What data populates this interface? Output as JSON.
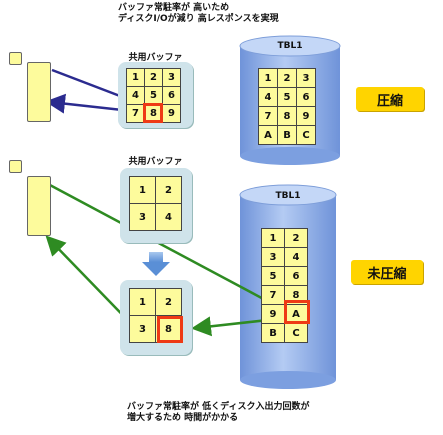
{
  "notes": {
    "top_line1": "バッファ常駐率が 高いため",
    "top_line2": "ディスクI/Oが減り 高レスポンスを実現",
    "bottom_line1": "バッファ常駐率が 低くディスク入出力回数が",
    "bottom_line2": "増大するため 時間がかかる"
  },
  "compressed": {
    "buffer_title": "共用バッファ",
    "buffer_cells": [
      "1",
      "2",
      "3",
      "4",
      "5",
      "6",
      "7",
      "8",
      "9"
    ],
    "highlight": "8",
    "table_label": "TBL1",
    "table_cells": [
      "1",
      "2",
      "3",
      "4",
      "5",
      "6",
      "7",
      "8",
      "9",
      "A",
      "B",
      "C"
    ],
    "badge": "圧縮"
  },
  "uncompressed": {
    "buffer_title": "共用バッファ",
    "buffer_before_cells": [
      "1",
      "2",
      "3",
      "4"
    ],
    "buffer_after_cells": [
      "1",
      "2",
      "3",
      "8"
    ],
    "highlight": "8",
    "table_label": "TBL1",
    "table_cells": [
      "1",
      "2",
      "3",
      "4",
      "5",
      "6",
      "7",
      "8",
      "9",
      "A",
      "B",
      "C"
    ],
    "badge": "未圧縮"
  },
  "colors": {
    "arrow_blue": "#2b2b8f",
    "arrow_green": "#2e8b22",
    "highlight": "#ee3a15",
    "cell_fill": "#fdfb9c",
    "cylinder": "#8fb0e8",
    "badge": "#ffd400"
  }
}
